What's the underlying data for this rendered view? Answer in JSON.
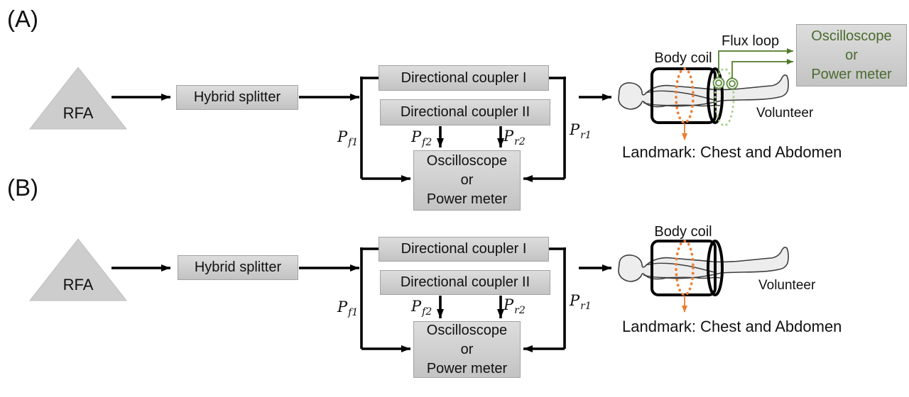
{
  "colors": {
    "accent_orange": "#ED7D31",
    "green_wire": "#4F7A28",
    "green_coil": "#5F8F3F",
    "green_dotted": "#A9D18E",
    "green_text": "#4A6B2F"
  },
  "panel_a": {
    "label": "(A)",
    "rfa_label": "RFA",
    "hybrid_splitter_label": "Hybrid splitter",
    "coupler1_label": "Directional coupler I",
    "coupler2_label": "Directional coupler II",
    "meter_lines": [
      "Oscilloscope",
      "or",
      "Power meter"
    ],
    "flux_meter_lines": [
      "Oscilloscope",
      "or",
      "Power meter"
    ],
    "flux_loop_label": "Flux loop",
    "body_coil_label": "Body coil",
    "volunteer_label": "Volunteer",
    "landmark_label": "Landmark: Chest and Abdomen",
    "power_labels": {
      "pf1": {
        "base": "P",
        "sub": "f1"
      },
      "pf2": {
        "base": "P",
        "sub": "f2"
      },
      "pr2": {
        "base": "P",
        "sub": "r2"
      },
      "pr1": {
        "base": "P",
        "sub": "r1"
      }
    }
  },
  "panel_b": {
    "label": "(B)",
    "rfa_label": "RFA",
    "hybrid_splitter_label": "Hybrid splitter",
    "coupler1_label": "Directional coupler I",
    "coupler2_label": "Directional coupler II",
    "meter_lines": [
      "Oscilloscope",
      "or",
      "Power meter"
    ],
    "body_coil_label": "Body coil",
    "volunteer_label": "Volunteer",
    "landmark_label": "Landmark: Chest and Abdomen",
    "power_labels": {
      "pf1": {
        "base": "P",
        "sub": "f1"
      },
      "pf2": {
        "base": "P",
        "sub": "f2"
      },
      "pr2": {
        "base": "P",
        "sub": "r2"
      },
      "pr1": {
        "base": "P",
        "sub": "r1"
      }
    }
  }
}
